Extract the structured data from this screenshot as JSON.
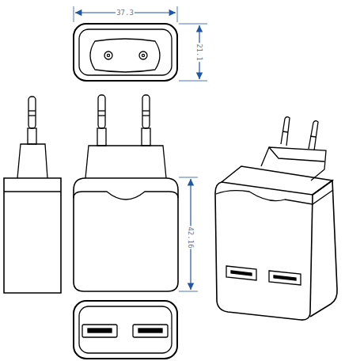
{
  "diagram": {
    "labels": [
      "37.3",
      "21.1",
      "42.16"
    ]
  }
}
